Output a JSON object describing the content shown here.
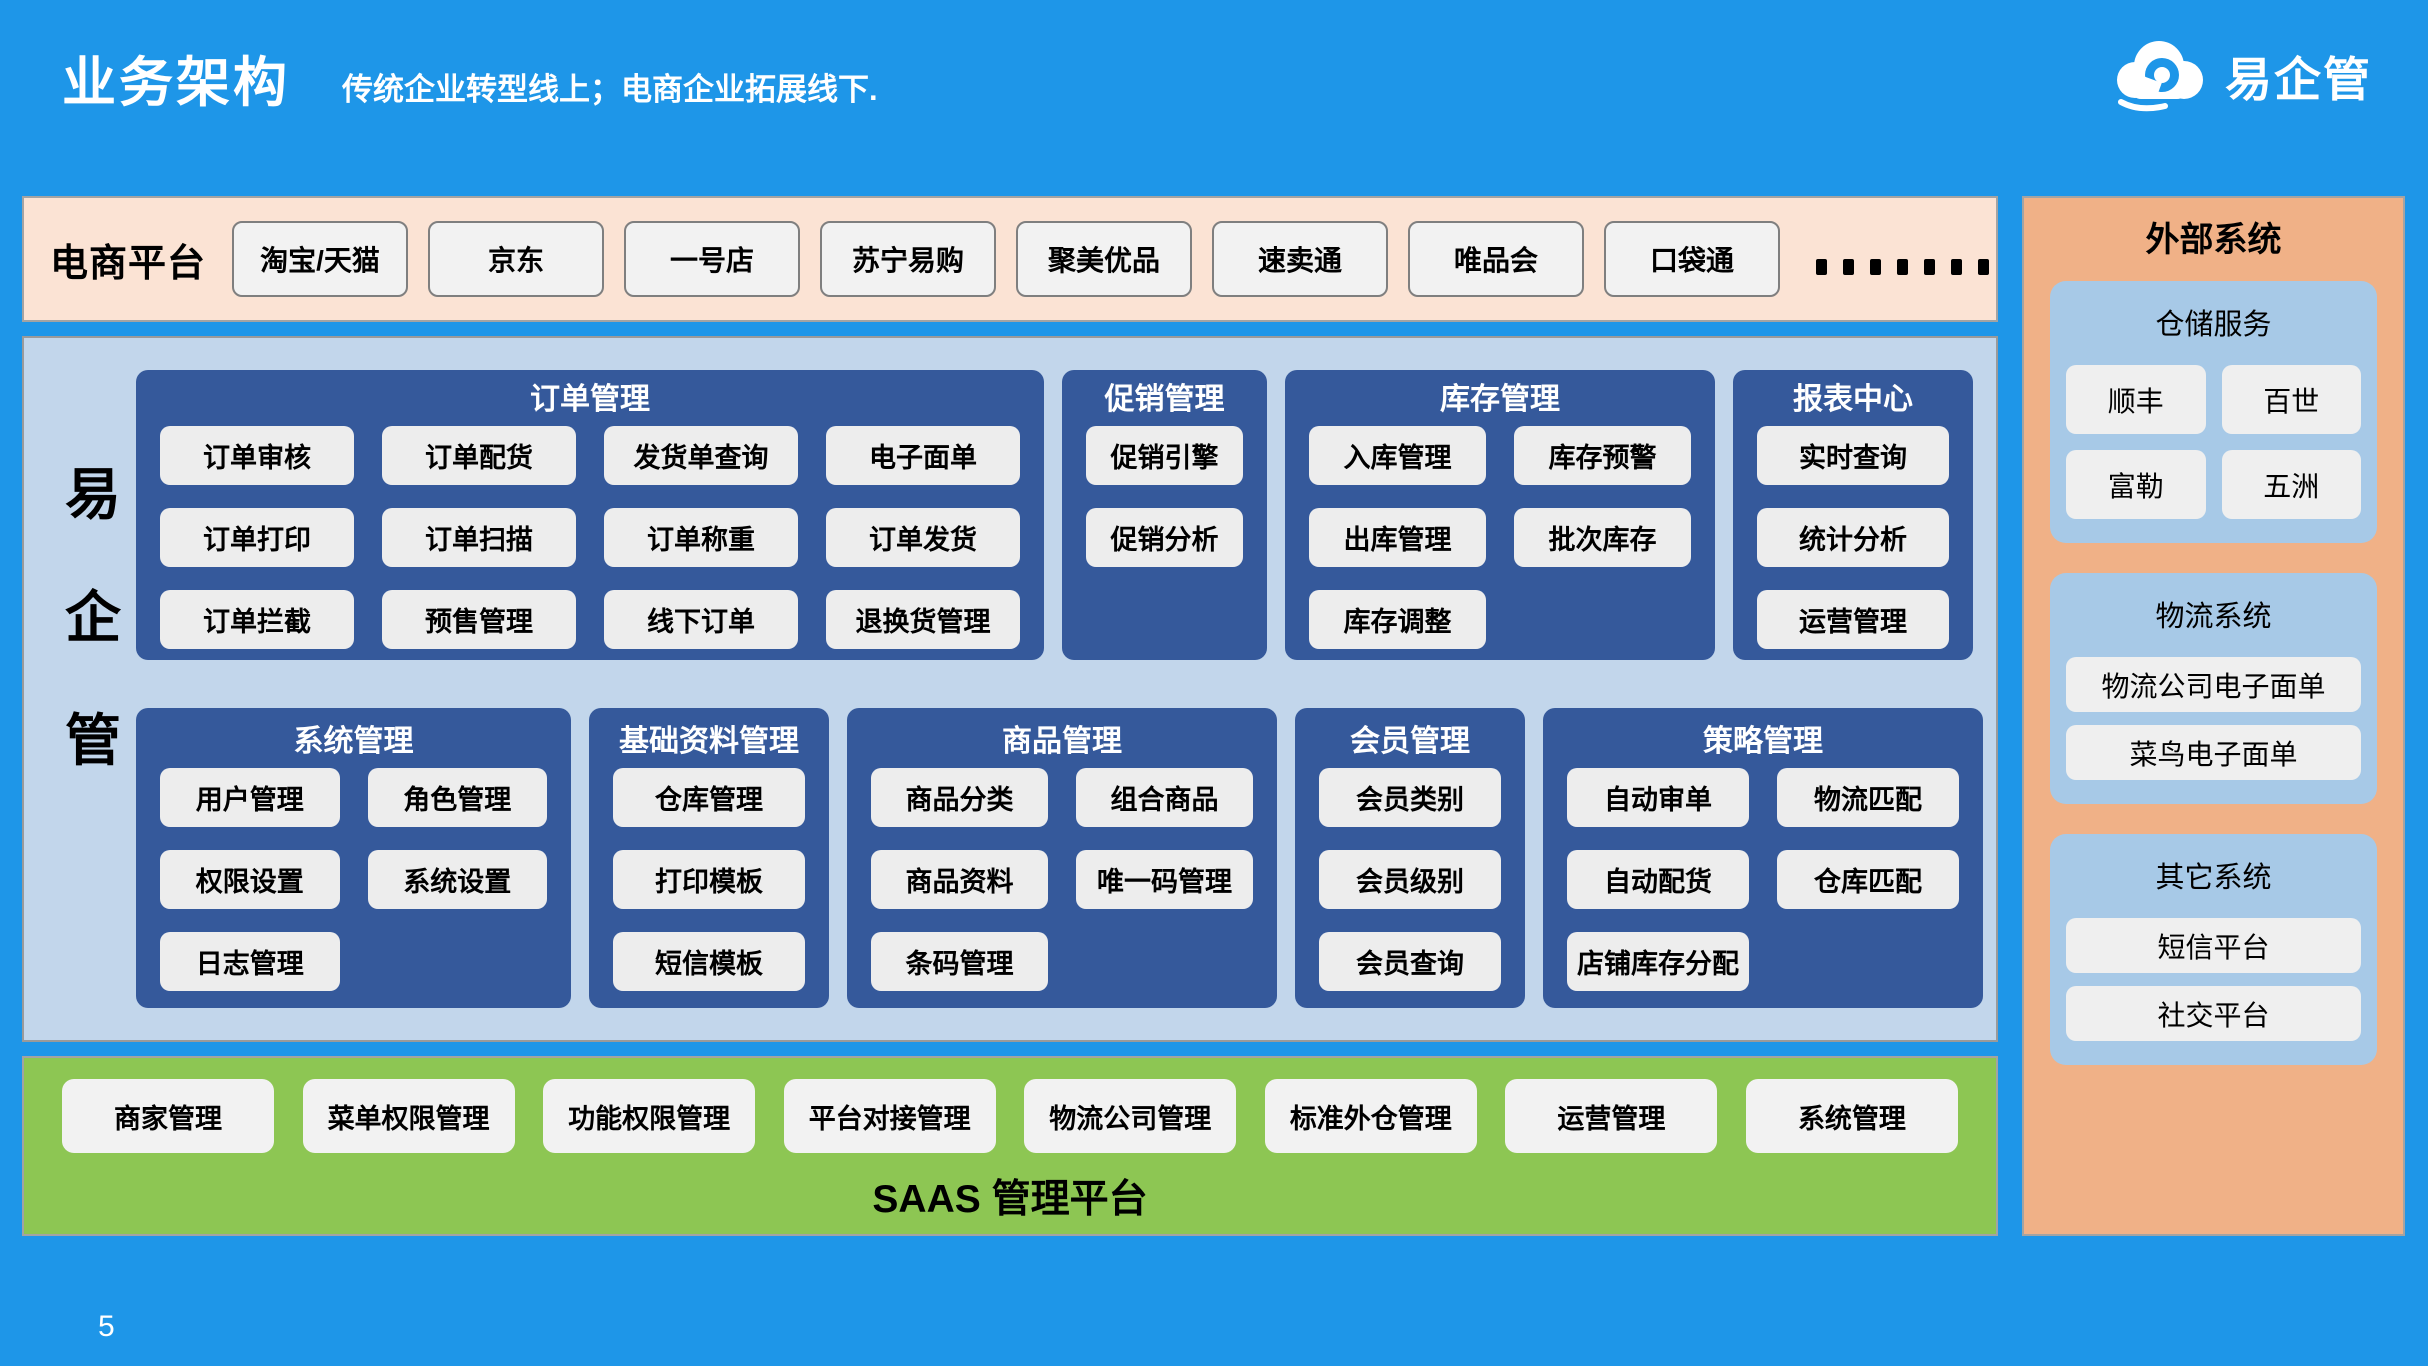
{
  "page": {
    "title": "业务架构",
    "subtitle": "传统企业转型线上；电商企业拓展线下.",
    "page_number": "5",
    "logo_text": "易企管"
  },
  "colors": {
    "background_blue": "#1E96E8",
    "ecommerce_strip_peach": "#FBE3D4",
    "core_panel_light_blue": "#C2D6EB",
    "module_panel_navy": "#35599B",
    "saas_strip_green": "#8DC653",
    "sidebar_salmon": "#F0B187",
    "sidebar_card_blue": "#A7C9E7",
    "button_gray": "#EDEDED"
  },
  "ecommerce_strip": {
    "label": "电商平台",
    "platforms": [
      "淘宝/天猫",
      "京东",
      "一号店",
      "苏宁易购",
      "聚美优品",
      "速卖通",
      "唯品会",
      "口袋通"
    ],
    "ellipsis_dots": 7
  },
  "core": {
    "vertical_label": "易企管",
    "rows": [
      [
        {
          "title": "订单管理",
          "cols": 4,
          "items": [
            "订单审核",
            "订单配货",
            "发货单查询",
            "电子面单",
            "订单打印",
            "订单扫描",
            "订单称重",
            "订单发货",
            "订单拦截",
            "预售管理",
            "线下订单",
            "退换货管理"
          ]
        },
        {
          "title": "促销管理",
          "cols": 1,
          "items": [
            "促销引擎",
            "促销分析"
          ]
        },
        {
          "title": "库存管理",
          "cols": 2,
          "items": [
            "入库管理",
            "库存预警",
            "出库管理",
            "批次库存",
            "库存调整"
          ]
        },
        {
          "title": "报表中心",
          "cols": 1,
          "items": [
            "实时查询",
            "统计分析",
            "运营管理"
          ]
        }
      ],
      [
        {
          "title": "系统管理",
          "cols": 2,
          "items": [
            "用户管理",
            "角色管理",
            "权限设置",
            "系统设置",
            "日志管理"
          ]
        },
        {
          "title": "基础资料管理",
          "cols": 1,
          "items": [
            "仓库管理",
            "打印模板",
            "短信模板"
          ]
        },
        {
          "title": "商品管理",
          "cols": 2,
          "items": [
            "商品分类",
            "组合商品",
            "商品资料",
            "唯一码管理",
            "条码管理"
          ]
        },
        {
          "title": "会员管理",
          "cols": 1,
          "items": [
            "会员类别",
            "会员级别",
            "会员查询"
          ]
        },
        {
          "title": "策略管理",
          "cols": 2,
          "items": [
            "自动审单",
            "物流匹配",
            "自动配货",
            "仓库匹配",
            "店铺库存分配"
          ]
        }
      ]
    ]
  },
  "saas_strip": {
    "title": "SAAS 管理平台",
    "items": [
      "商家管理",
      "菜单权限管理",
      "功能权限管理",
      "平台对接管理",
      "物流公司管理",
      "标准外仓管理",
      "运营管理",
      "系统管理"
    ]
  },
  "external": {
    "title": "外部系统",
    "groups": [
      {
        "title": "仓储服务",
        "cols": 2,
        "items": [
          "顺丰",
          "百世",
          "富勒",
          "五洲"
        ]
      },
      {
        "title": "物流系统",
        "cols": 1,
        "items": [
          "物流公司电子面单",
          "菜鸟电子面单"
        ]
      },
      {
        "title": "其它系统",
        "cols": 1,
        "items": [
          "短信平台",
          "社交平台"
        ]
      }
    ]
  }
}
